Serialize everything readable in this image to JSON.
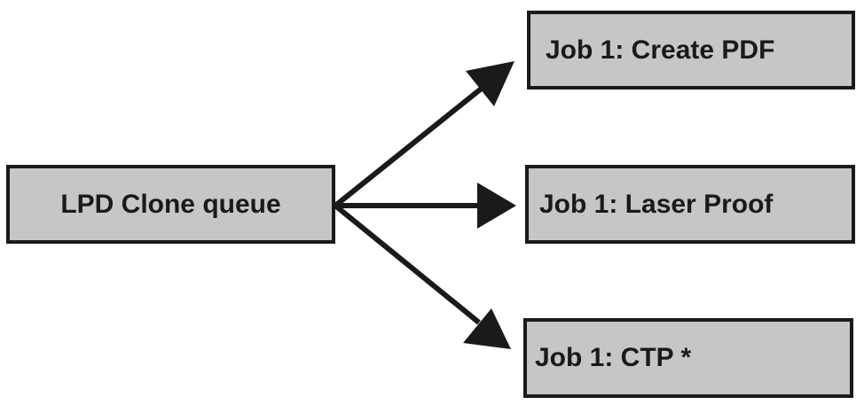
{
  "diagram": {
    "source": {
      "label": "LPD Clone queue"
    },
    "targets": [
      {
        "label": "Job 1: Create PDF"
      },
      {
        "label": "Job 1: Laser Proof"
      },
      {
        "label": "Job 1: CTP *"
      }
    ],
    "colors": {
      "box_fill": "#c6c6c6",
      "stroke": "#1a1a1a",
      "background": "#ffffff"
    }
  }
}
